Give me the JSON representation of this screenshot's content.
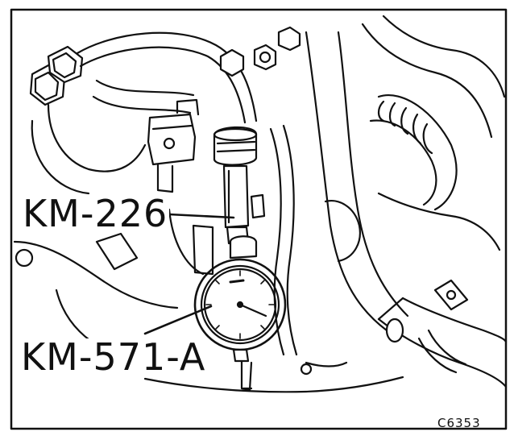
{
  "labels": {
    "tool_upper": "KM-226",
    "tool_lower": "KM-571-A",
    "figure_code": "C6353"
  },
  "colors": {
    "ink": "#111111",
    "paper": "#ffffff"
  },
  "icons": {
    "dial_gauge": "dial-gauge-icon"
  }
}
